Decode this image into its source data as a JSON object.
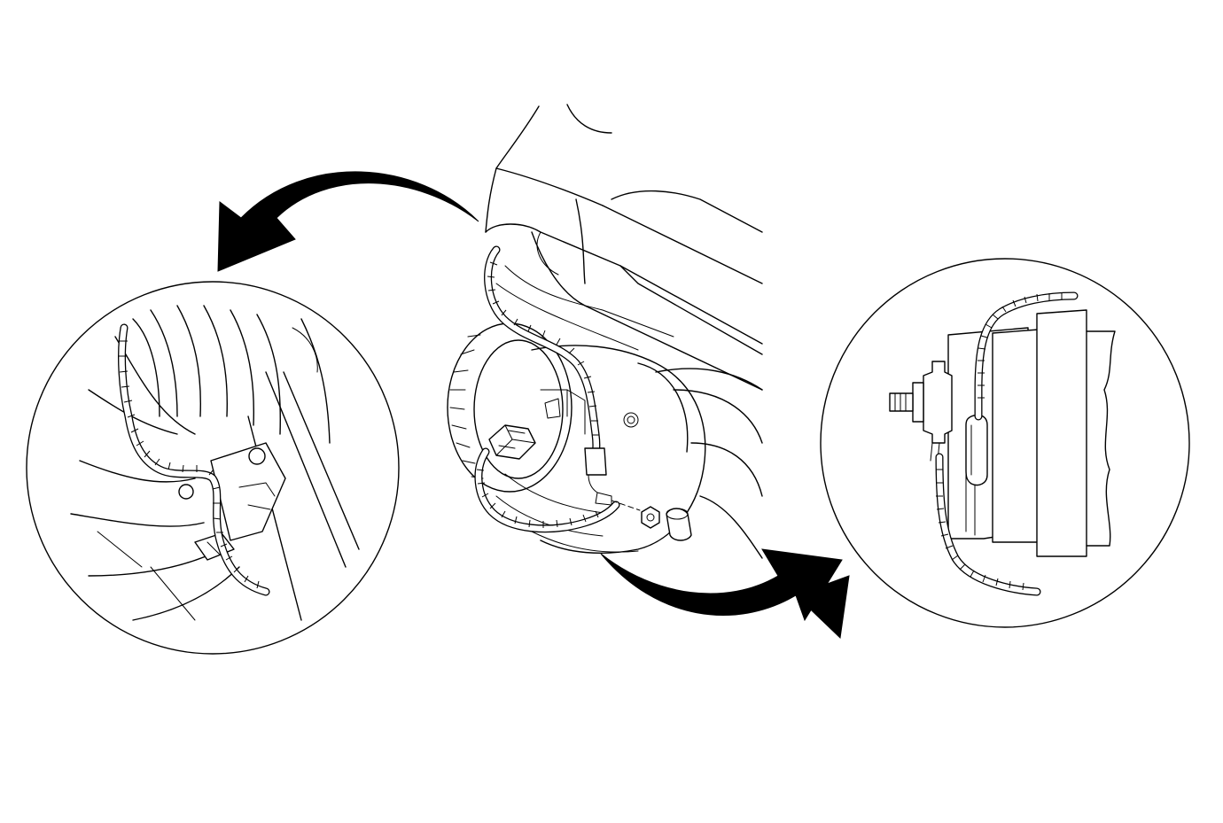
{
  "diagram": {
    "colors": {
      "background": "#ffffff",
      "ink": "#000000"
    },
    "elements": [
      "blower-motor-assembly",
      "wiring-harness",
      "harness-connector",
      "resistor-stud",
      "retaining-nut",
      "spacer-sleeve",
      "left-detail-view",
      "right-detail-view",
      "arrow-to-left-detail",
      "arrow-to-right-detail"
    ]
  }
}
